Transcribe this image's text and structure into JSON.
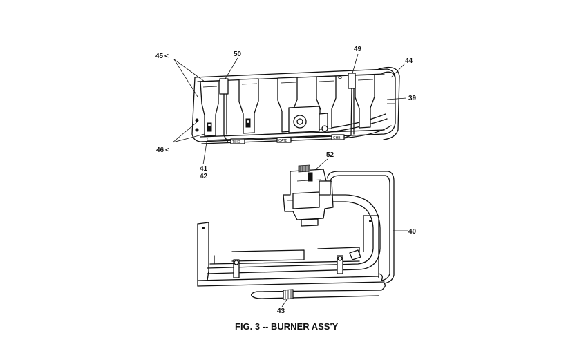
{
  "callouts": {
    "c45": "45",
    "c46": "46",
    "c50": "50",
    "c49": "49",
    "c44": "44",
    "c39": "39",
    "c41": "41",
    "c42": "42",
    "c52": "52",
    "c40": "40",
    "c43": "43"
  },
  "tags": {
    "tag1": "TSIO",
    "tag2": "CATB",
    "tag3": "CHB"
  },
  "caption": "FIG. 3 -- BURNER ASS'Y"
}
